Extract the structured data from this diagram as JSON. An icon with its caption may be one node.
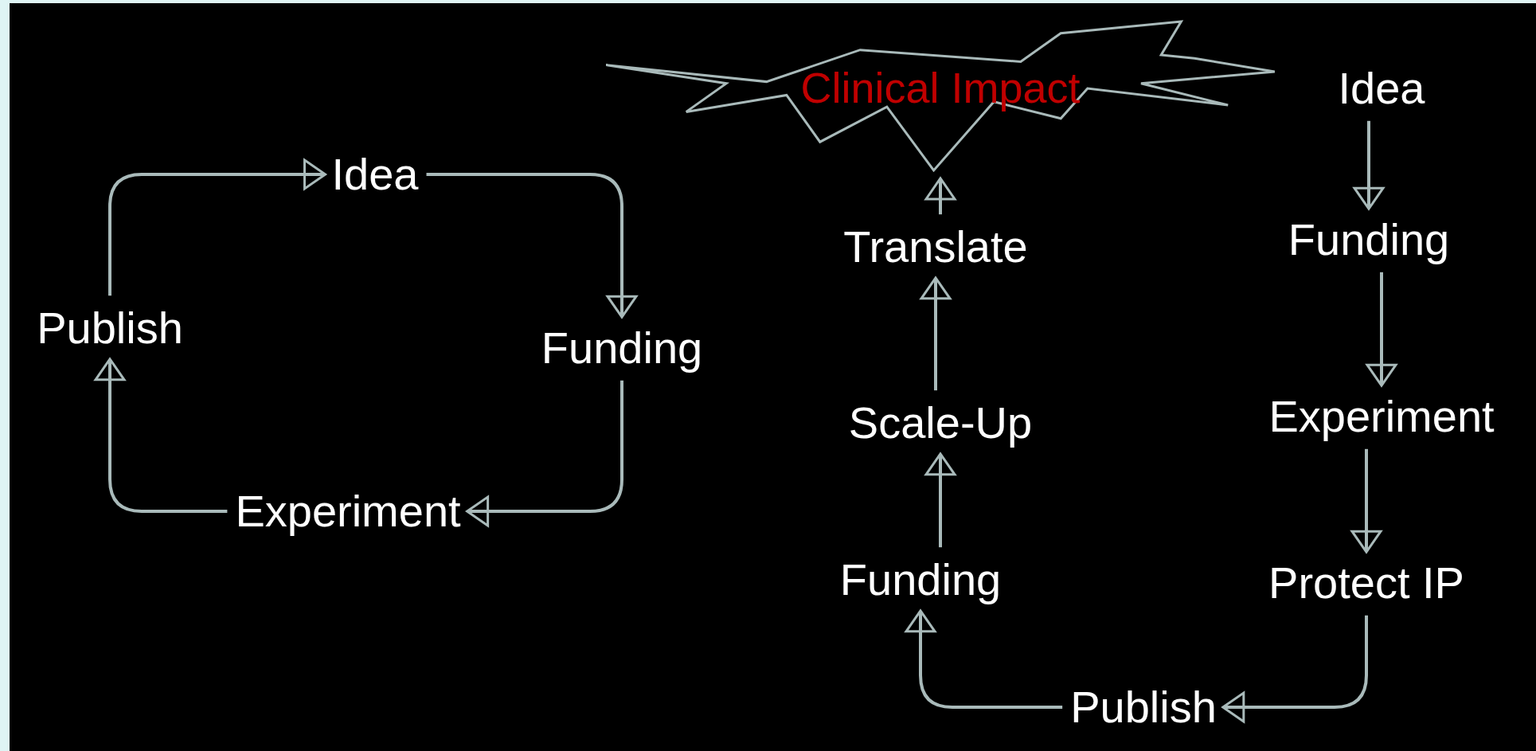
{
  "diagram": {
    "nodes": [
      {
        "text": [
          "Idea"
        ]
      },
      {
        "text": [
          "Funding"
        ]
      },
      {
        "text": [
          "Experiment"
        ]
      },
      {
        "text": [
          "Publish"
        ]
      },
      {
        "text": [
          "Clinical Impact"
        ]
      },
      {
        "text": [
          "Idea"
        ]
      },
      {
        "text": [
          "Funding"
        ]
      },
      {
        "text": [
          "Experiment"
        ]
      },
      {
        "text": [
          "Protect IP"
        ]
      },
      {
        "text": [
          "Publish"
        ]
      },
      {
        "text": [
          "Funding"
        ]
      },
      {
        "text": [
          "Scale-Up"
        ]
      },
      {
        "text": [
          "Translate"
        ]
      }
    ],
    "edges": [
      {
        "from": 3,
        "to": 0,
        "arrow": "to"
      },
      {
        "from": 0,
        "to": 1,
        "arrow": "to"
      },
      {
        "from": 1,
        "to": 2,
        "arrow": "to"
      },
      {
        "from": 2,
        "to": 3,
        "arrow": "to"
      },
      {
        "from": 5,
        "to": 6,
        "arrow": "to"
      },
      {
        "from": 6,
        "to": 7,
        "arrow": "to"
      },
      {
        "from": 7,
        "to": 8,
        "arrow": "to"
      },
      {
        "from": 8,
        "to": 9,
        "arrow": "to"
      },
      {
        "from": 9,
        "to": 10,
        "arrow": "to"
      },
      {
        "from": 10,
        "to": 11,
        "arrow": "to"
      },
      {
        "from": 11,
        "to": 12,
        "arrow": "to"
      },
      {
        "from": 12,
        "to": 4,
        "arrow": "to"
      }
    ]
  }
}
